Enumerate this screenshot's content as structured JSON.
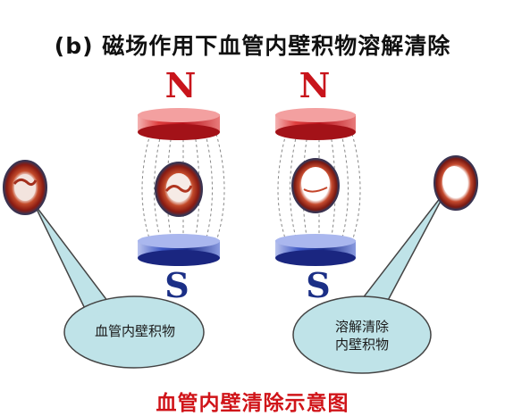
{
  "title": "(b) 磁场作用下血管内壁积物溶解清除",
  "magnets": [
    {
      "north_label": "N",
      "south_label": "S"
    },
    {
      "north_label": "N",
      "south_label": "S"
    }
  ],
  "callouts": {
    "left": "血管内壁积物",
    "right_line1": "溶解清除",
    "right_line2": "内壁积物"
  },
  "caption": "血管内壁清除示意图",
  "colors": {
    "north": "#d0161e",
    "south": "#1f3a9a",
    "bubble": "#bfe3e8",
    "caption": "#d01419"
  }
}
